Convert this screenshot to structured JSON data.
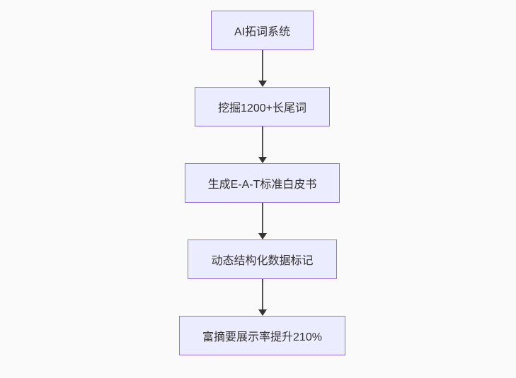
{
  "theme": {
    "background": "#fafafa",
    "node_fill": "#ECECFF",
    "node_border": "#9370DB",
    "text_color": "#333333",
    "arrow_color": "#333333"
  },
  "flowchart": {
    "direction": "top-down",
    "nodes": [
      {
        "id": "n1",
        "label": "AI拓词系统"
      },
      {
        "id": "n2",
        "label": "挖掘1200+长尾词"
      },
      {
        "id": "n3",
        "label": "生成E-A-T标准白皮书"
      },
      {
        "id": "n4",
        "label": "动态结构化数据标记"
      },
      {
        "id": "n5",
        "label": "富摘要展示率提升210%"
      }
    ],
    "edges": [
      {
        "from": "n1",
        "to": "n2"
      },
      {
        "from": "n2",
        "to": "n3"
      },
      {
        "from": "n3",
        "to": "n4"
      },
      {
        "from": "n4",
        "to": "n5"
      }
    ]
  }
}
